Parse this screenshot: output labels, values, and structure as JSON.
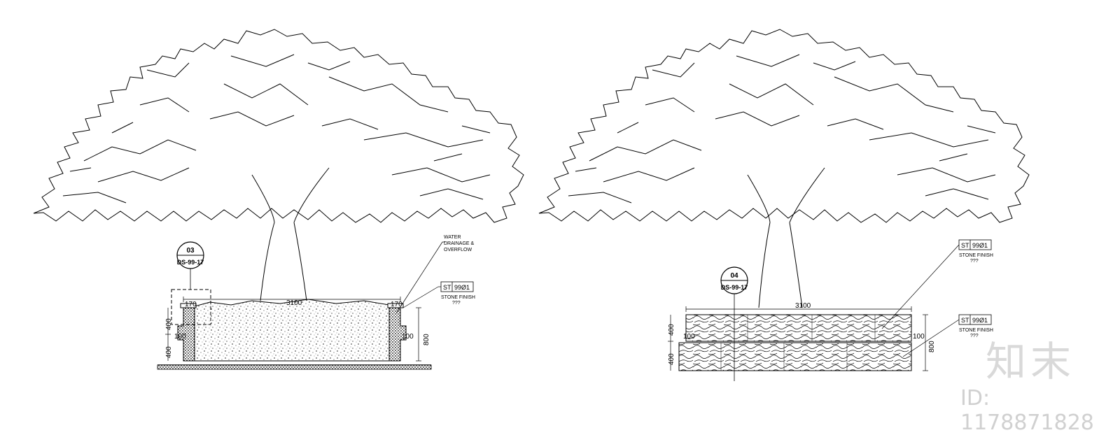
{
  "left": {
    "marker": {
      "number": "03",
      "ref": "DS-99-17"
    },
    "water_note": [
      "WATER",
      "DRAINAGE &",
      "OVERFLOW"
    ],
    "tag": {
      "code": "ST",
      "num": "99Ø1"
    },
    "finish": "STONE FINISH",
    "finish_sub": "???",
    "dim_width": "3100",
    "dim_wall_left": "170",
    "dim_wall_right": "170",
    "dim_h1": "400",
    "dim_h2": "400",
    "dim_total": "800",
    "dim_step_left": "100",
    "dim_step_right": "100"
  },
  "right": {
    "marker": {
      "number": "04",
      "ref": "DS-99-17"
    },
    "tag_top": {
      "code": "ST",
      "num": "99Ø1"
    },
    "finish_top": "STONE FINISH",
    "finish_top_sub": "???",
    "tag_bottom": {
      "code": "ST",
      "num": "99Ø1"
    },
    "finish_bottom": "STONE FINISH",
    "finish_bottom_sub": "???",
    "dim_width": "3100",
    "dim_h1": "400",
    "dim_h2": "400",
    "dim_total": "800",
    "dim_step_left": "100",
    "dim_step_right": "100"
  },
  "watermark": {
    "logo": "知末",
    "id": "ID: 1178871828"
  }
}
